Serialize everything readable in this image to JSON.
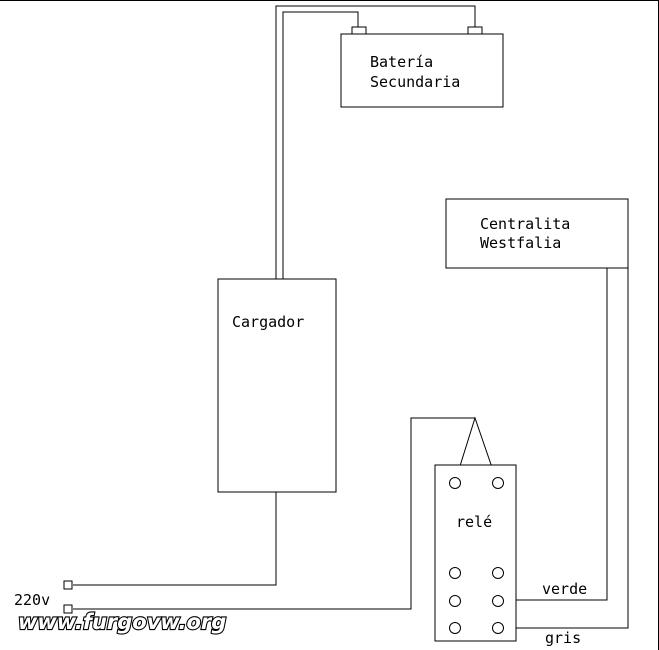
{
  "battery": {
    "line1": "Batería",
    "line2": "Secundaria"
  },
  "controller": {
    "line1": "Centralita",
    "line2": "Westfalia"
  },
  "charger": {
    "label": "Cargador"
  },
  "relay": {
    "label": "relé"
  },
  "input": {
    "voltage_label": "220v"
  },
  "wires": {
    "green_label": "verde",
    "grey_label": "gris"
  },
  "watermark": {
    "text": "www.furgovw.org"
  }
}
